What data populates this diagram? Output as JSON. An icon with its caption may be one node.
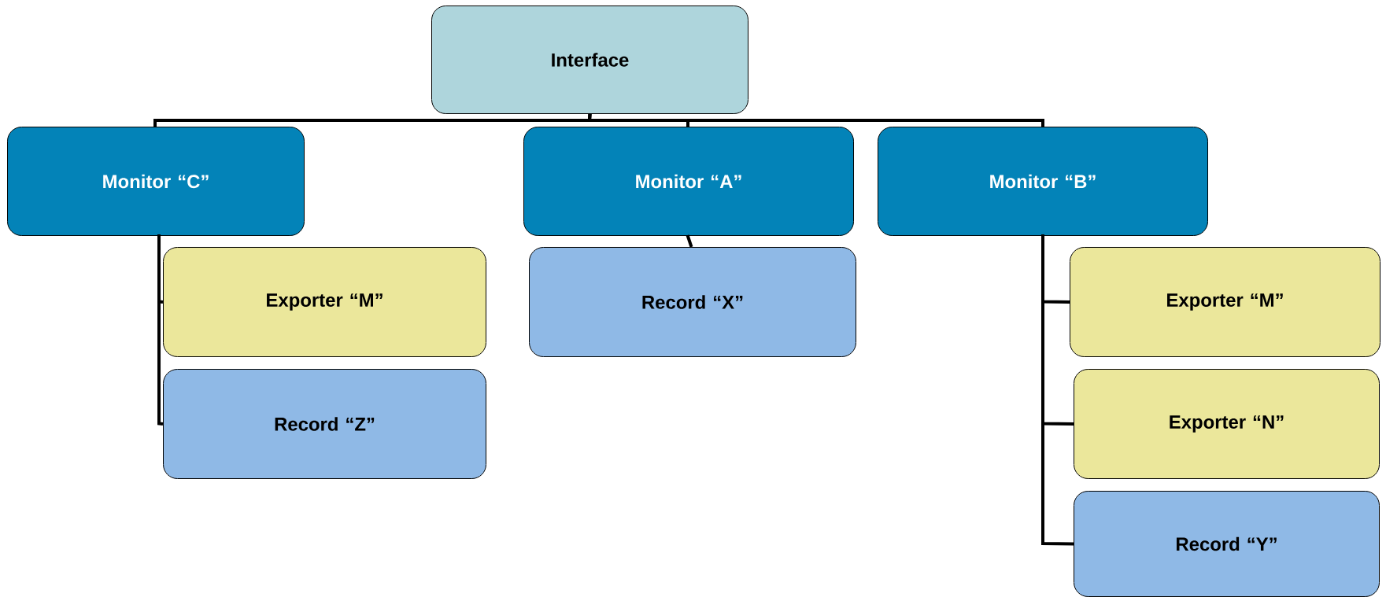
{
  "diagram": {
    "nodes": [
      {
        "text": [
          "Interface"
        ]
      },
      {
        "text": [
          "Monitor “C”"
        ]
      },
      {
        "text": [
          "Monitor “A”"
        ]
      },
      {
        "text": [
          "Monitor “B”"
        ]
      },
      {
        "text": [
          "Exporter “M”"
        ]
      },
      {
        "text": [
          "Record “Z”"
        ]
      },
      {
        "text": [
          "Record “X”"
        ]
      },
      {
        "text": [
          "Exporter “M”"
        ]
      },
      {
        "text": [
          "Exporter “N”"
        ]
      },
      {
        "text": [
          "Record “Y”"
        ]
      }
    ],
    "edges": [
      {
        "from": 0,
        "to": 1,
        "arrow": "none"
      },
      {
        "from": 0,
        "to": 2,
        "arrow": "none"
      },
      {
        "from": 0,
        "to": 3,
        "arrow": "none"
      },
      {
        "from": 1,
        "to": 4,
        "arrow": "none"
      },
      {
        "from": 1,
        "to": 5,
        "arrow": "none"
      },
      {
        "from": 2,
        "to": 6,
        "arrow": "none"
      },
      {
        "from": 3,
        "to": 7,
        "arrow": "none"
      },
      {
        "from": 3,
        "to": 8,
        "arrow": "none"
      },
      {
        "from": 3,
        "to": 9,
        "arrow": "none"
      }
    ]
  }
}
